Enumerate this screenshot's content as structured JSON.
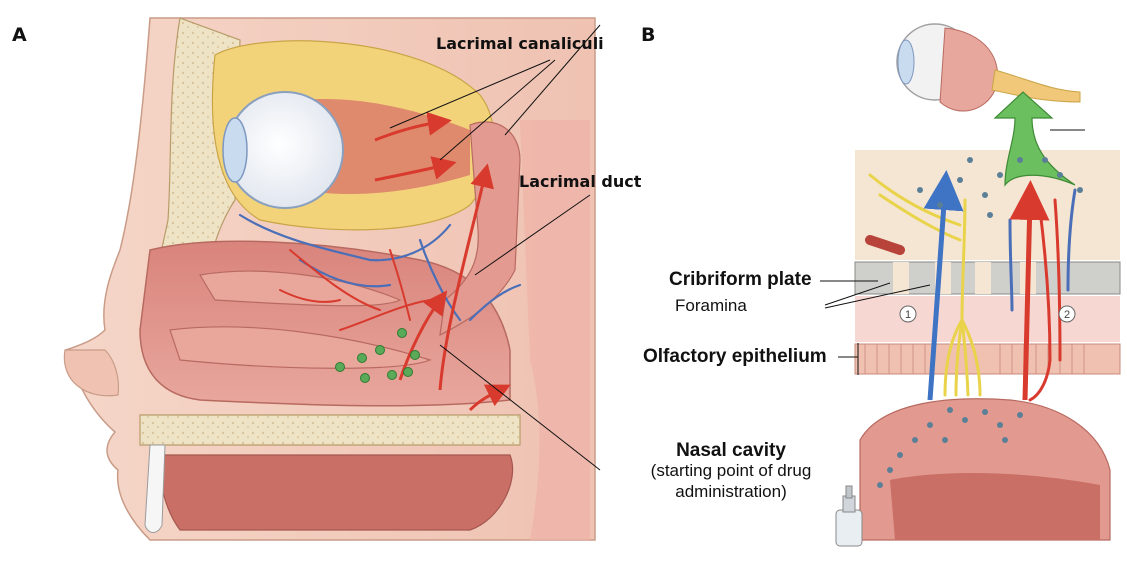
{
  "panels": {
    "a": {
      "letter": "A",
      "labels": {
        "canaliculi": "Lacrimal canaliculi",
        "duct": "Lacrimal duct"
      }
    },
    "b": {
      "letter": "B",
      "labels": {
        "cribriform": "Cribriform plate",
        "foramina": "Foramina",
        "olfactory": "Olfactory epithelium",
        "nasal_title": "Nasal cavity",
        "nasal_sub_1": "(starting point of drug",
        "nasal_sub_2": "administration)"
      },
      "pathway_numbers": [
        "1",
        "2"
      ]
    }
  },
  "colors": {
    "tissue_pink": "#e7a39a",
    "tissue_dark": "#c9776e",
    "bone": "#f2e6c9",
    "fat_yellow": "#f3d37a",
    "artery_red": "#d93a2e",
    "vein_blue": "#4a6fb8",
    "arrow_green": "#5aaa5a",
    "nerve_yellow": "#e9d34a"
  }
}
